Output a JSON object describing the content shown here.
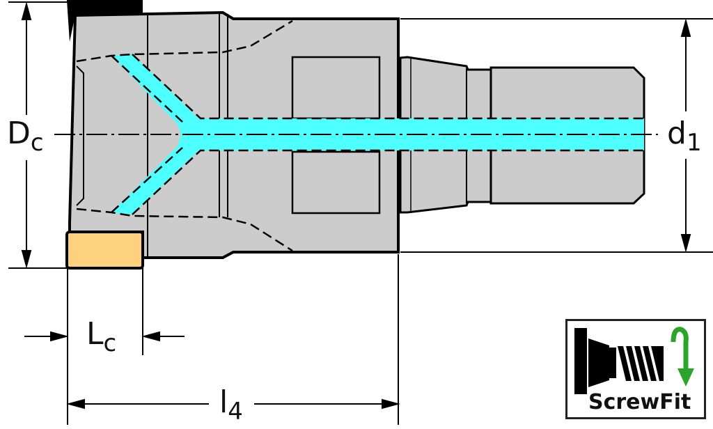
{
  "labels": {
    "dc_main": "D",
    "dc_sub": "c",
    "d1_main": "d",
    "d1_sub": "1",
    "lc_main": "L",
    "lc_sub": "c",
    "l4_main": "l",
    "l4_sub": "4"
  },
  "logo": {
    "text": "ScrewFit"
  },
  "colors": {
    "body": "#cccccc",
    "coolant": "#4dffff",
    "insert": "#fdd17e",
    "arrow": "#2aa52a"
  }
}
